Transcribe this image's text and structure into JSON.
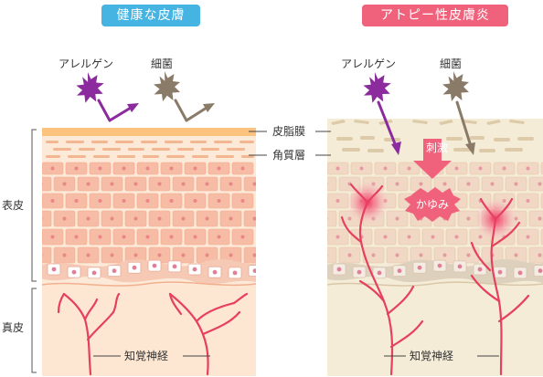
{
  "titles": {
    "healthy": "健康な皮膚",
    "atopic": "アトピー性皮膚炎"
  },
  "labels": {
    "allergen": "アレルゲン",
    "bacteria": "細菌",
    "sebum_film": "皮脂膜",
    "stratum_corneum": "角質層",
    "epidermis": "表皮",
    "dermis": "真皮",
    "sensory_nerve": "知覚神経",
    "stimulus": "刺激",
    "itch": "かゆみ"
  },
  "colors": {
    "healthy_title": "#45b4e2",
    "atopic_title": "#f0627c",
    "allergen": "#8b2b9d",
    "bacteria": "#8a7a68",
    "nerve": "#e23a5a",
    "cell": "#f6b9a2",
    "inflammation": "#f25a7a"
  }
}
